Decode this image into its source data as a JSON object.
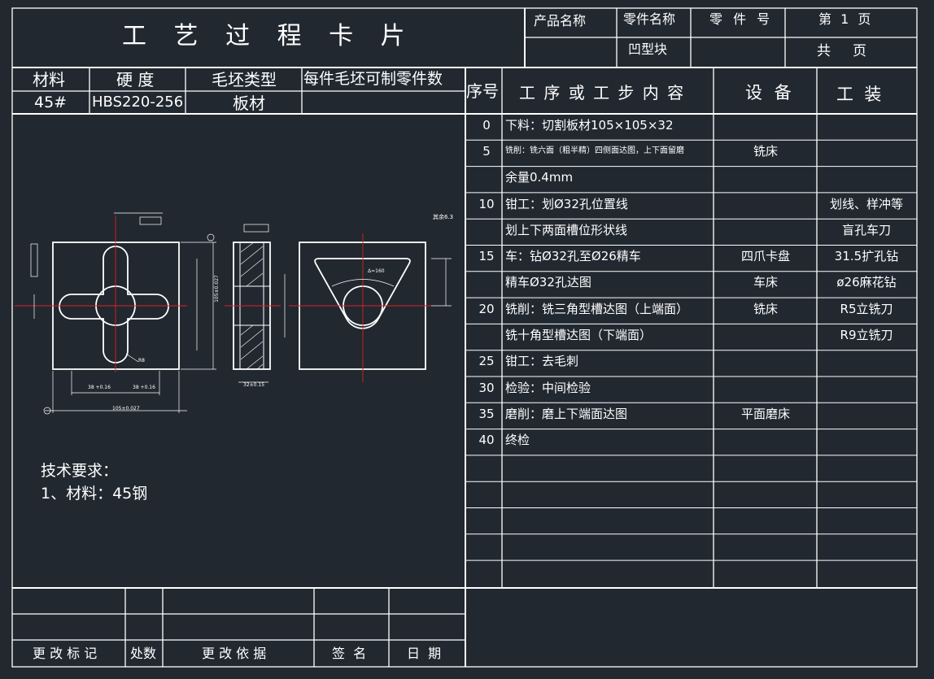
{
  "title": "工 艺 过 程 卡 片",
  "header": {
    "product_name_label": "产品名称",
    "part_name_label": "零件名称",
    "part_no_label": "零 件 号",
    "page_label": "第 1 页",
    "part_name_value": "凹型块",
    "total_label": "共     页"
  },
  "material": {
    "headers": [
      "材料",
      "硬 度",
      "毛坯类型",
      "每件毛坯可制零件数"
    ],
    "values": [
      "45#",
      "HBS220-256",
      "板材",
      ""
    ]
  },
  "process_headers": {
    "seq": "序号",
    "content": "工 序 或 工 步 内 容",
    "equipment": "设 备",
    "tooling": "工  装"
  },
  "process_rows": [
    {
      "seq": "0",
      "content": "下料：切割板材105×105×32",
      "equipment": "",
      "tooling": ""
    },
    {
      "seq": "5",
      "content": "铣削：铣六面（粗半精）四侧面达图，上下面留磨",
      "equipment": "铣床",
      "tooling": ""
    },
    {
      "seq": "",
      "content": "余量0.4mm",
      "equipment": "",
      "tooling": ""
    },
    {
      "seq": "10",
      "content": "钳工：划Ø32孔位置线",
      "equipment": "",
      "tooling": "划线、样冲等"
    },
    {
      "seq": "",
      "content": "划上下两面槽位形状线",
      "equipment": "",
      "tooling": "盲孔车刀"
    },
    {
      "seq": "15",
      "content": "车：钻Ø32孔至Ø26精车",
      "equipment": "四爪卡盘",
      "tooling": "31.5扩孔钻"
    },
    {
      "seq": "",
      "content": "精车Ø32孔达图",
      "equipment": "车床",
      "tooling": "ø26麻花钻"
    },
    {
      "seq": "20",
      "content": "铣削：铣三角型槽达图（上端面）",
      "equipment": "铣床",
      "tooling": "R5立铣刀"
    },
    {
      "seq": "",
      "content": "铣十角型槽达图（下端面）",
      "equipment": "",
      "tooling": "R9立铣刀"
    },
    {
      "seq": "25",
      "content": "钳工：去毛刺",
      "equipment": "",
      "tooling": ""
    },
    {
      "seq": "30",
      "content": "检验：中间检验",
      "equipment": "",
      "tooling": ""
    },
    {
      "seq": "35",
      "content": "磨削：磨上下端面达图",
      "equipment": "平面磨床",
      "tooling": ""
    },
    {
      "seq": "40",
      "content": "终检",
      "equipment": "",
      "tooling": ""
    }
  ],
  "tech_requirements": {
    "title": "技术要求：",
    "item1": "1、材料：45钢"
  },
  "revision": {
    "mark": "更 改 标 记",
    "place": "处数",
    "basis": "更 改 依 据",
    "sign": "签  名",
    "date": "日  期"
  },
  "drawing_annotations": {
    "dim_bottom_left": "105±0.027",
    "dim_h1": "38 +0.16",
    "dim_h2": "38 +0.16",
    "dim_right_total": "105±0.027",
    "radius_label": "R8",
    "dim_side_bottom": "32±0.15",
    "dim_tri_angle": "Δ=160",
    "roughness_note": "其余6.3"
  },
  "colors": {
    "background": "#212830",
    "lines": "#ffffff",
    "centerline": "#e02020",
    "datum": "#ffffff"
  }
}
